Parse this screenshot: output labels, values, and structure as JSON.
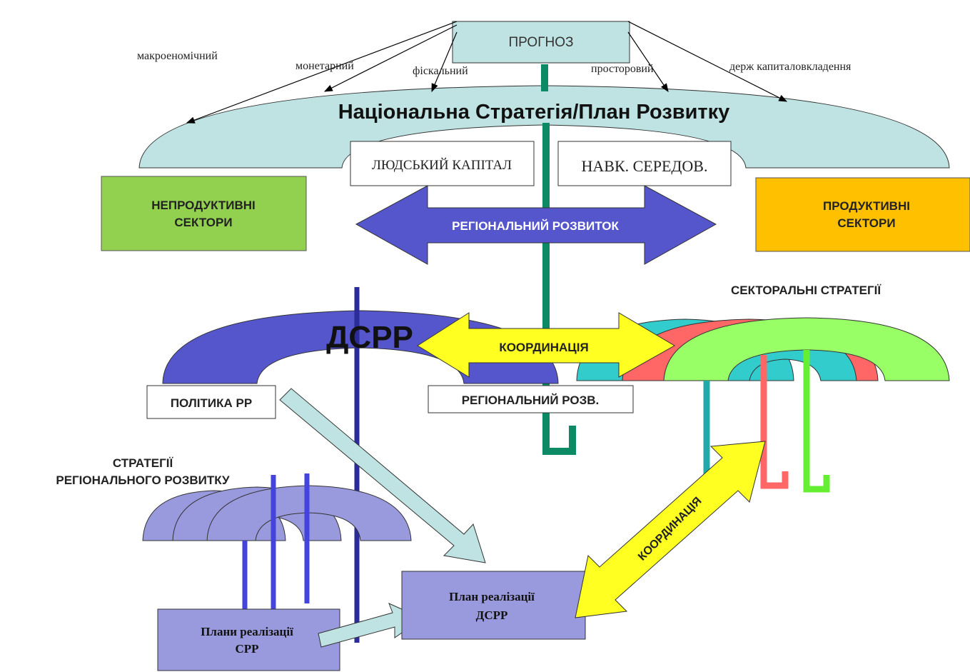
{
  "forecast": {
    "label": "ПРОГНОЗ",
    "types": [
      "макроеномічний",
      "монетарний",
      "фіскальний",
      "просторовий",
      "держ капиталовкладення"
    ]
  },
  "national_strategy": {
    "title": "Національна Стратегія/План Розвитку",
    "human_capital": "ЛЮДСЬКИЙ КАПІТАЛ",
    "environment": "НАВК. СЕРЕДОВ."
  },
  "sectors": {
    "unproductive": [
      "НЕПРОДУКТИВНІ",
      "СЕКТОРИ"
    ],
    "productive": [
      "ПРОДУКТИВНІ",
      "СЕКТОРИ"
    ]
  },
  "regional_development_arrow": "РЕГІОНАЛЬНИЙ РОЗВИТОК",
  "sector_strategies": "СЕКТОРАЛЬНІ СТРАТЕГІЇ",
  "dsrr": {
    "title": "ДСРР",
    "policy": "ПОЛІТИКА РР",
    "regional_dev": "РЕГІОНАЛЬНИЙ РОЗВ."
  },
  "coordination": {
    "horizontal": "КООРДИНАЦІЯ",
    "diagonal": "КООРДИНАЦІЯ"
  },
  "regional_strategies": [
    "СТРАТЕГІЇ",
    "РЕГІОНАЛЬНОГО РОЗВИТКУ"
  ],
  "implementation_plans": [
    "Плани реалізації",
    "СРР"
  ],
  "dsrr_plan": [
    "План реалізації",
    "ДСРР"
  ],
  "colors": {
    "dome_light": "#bfe3e3",
    "dsrr_blue": "#5555cc",
    "teal_pole": "#0c8a66",
    "yellow": "#ffff22",
    "unproductive": "#92d050",
    "productive": "#ffc000",
    "regional_lilac": "#9999dd",
    "sector_teal": "#33cccc",
    "sector_red": "#ff6666",
    "sector_green": "#99ff66",
    "light_arrow": "#bfe3e3"
  }
}
